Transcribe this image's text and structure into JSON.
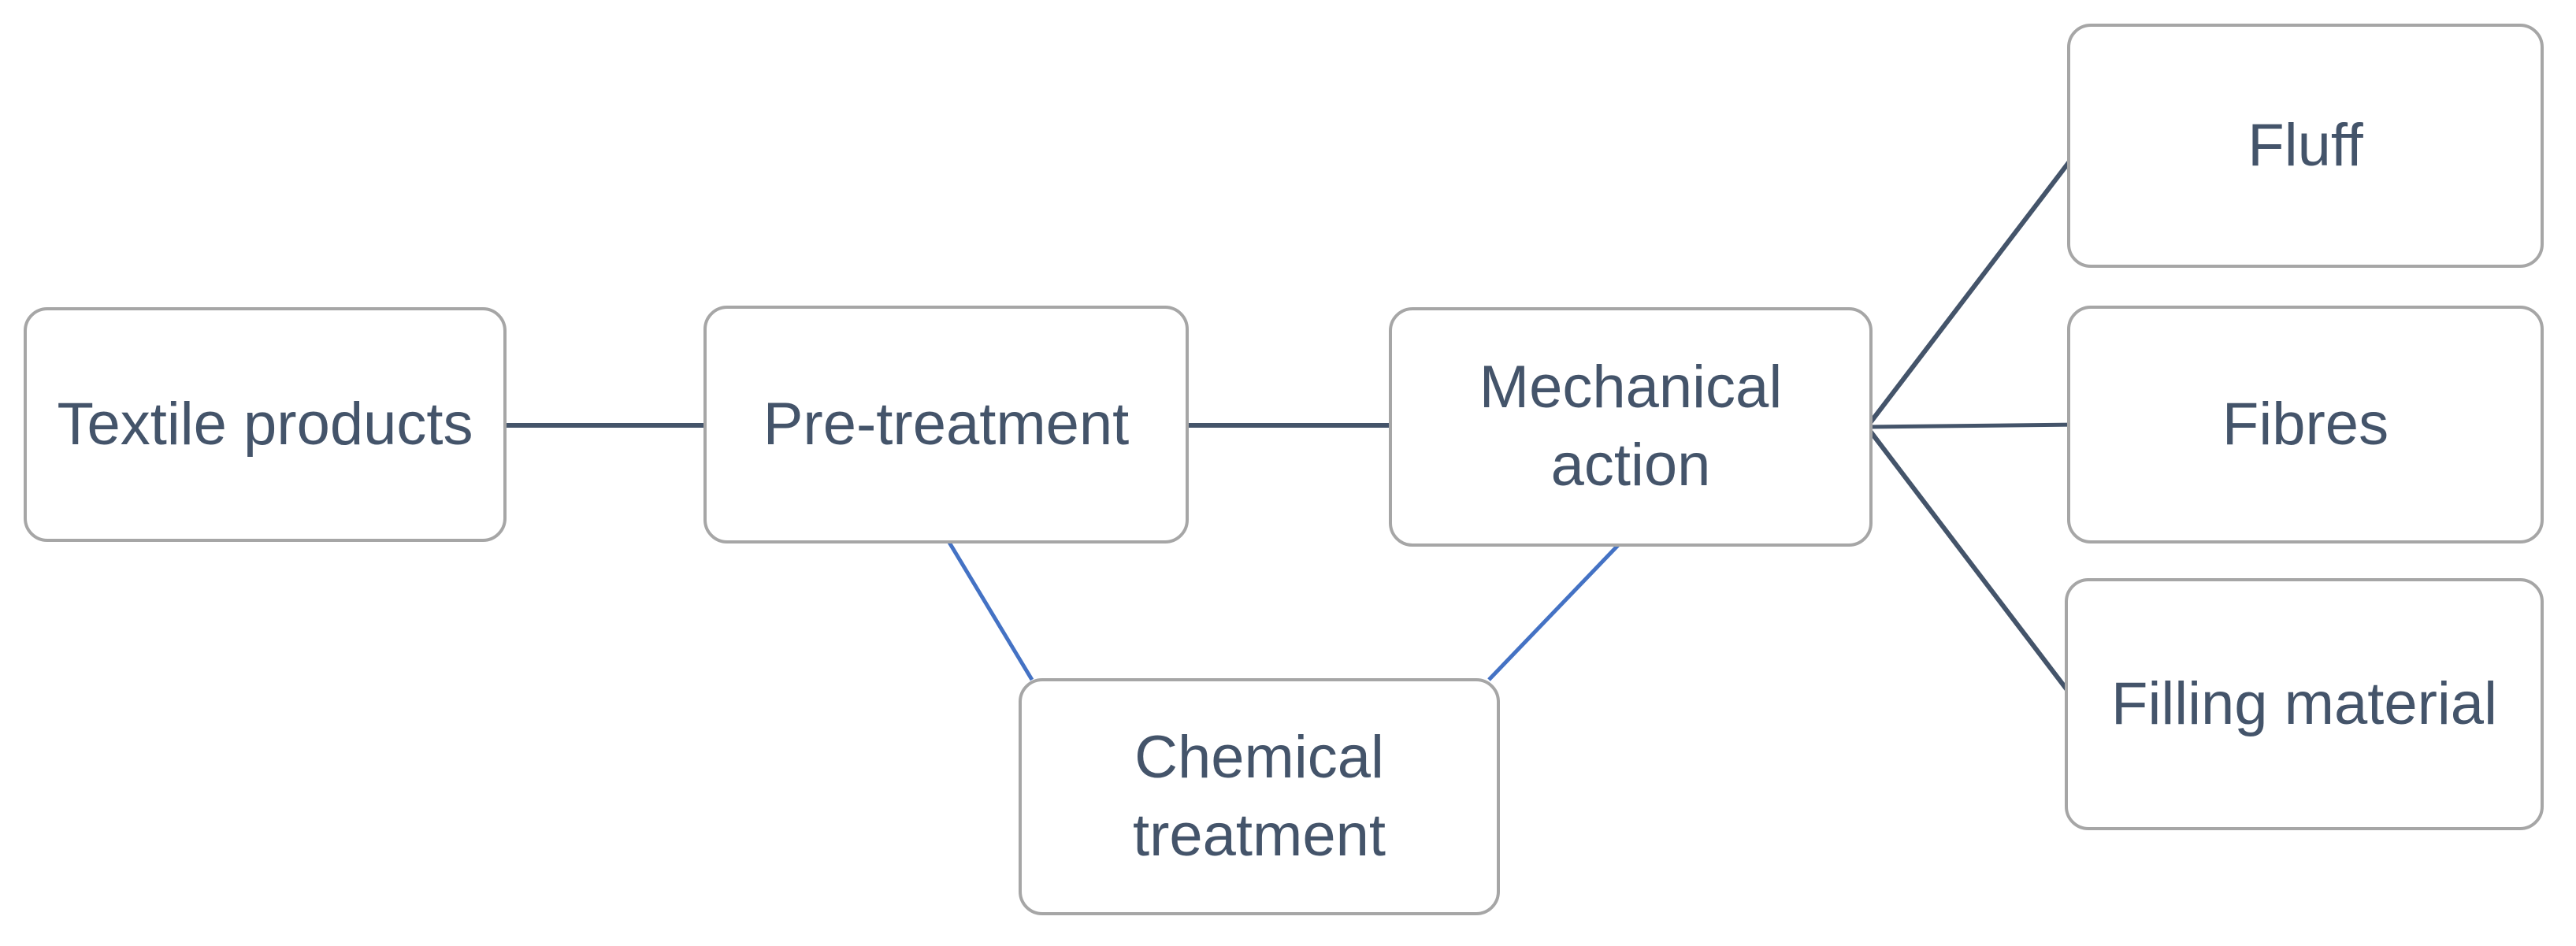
{
  "diagram": {
    "background": "#ffffff",
    "nodes": [
      {
        "id": "textile-products",
        "label": "Textile products"
      },
      {
        "id": "pre-treatment",
        "label": "Pre-treatment"
      },
      {
        "id": "mechanical-action",
        "label": "Mechanical action"
      },
      {
        "id": "fluff",
        "label": "Fluff"
      },
      {
        "id": "fibres",
        "label": "Fibres"
      },
      {
        "id": "filling-material",
        "label": "Filling material"
      },
      {
        "id": "chemical-treatment",
        "label": "Chemical treatment"
      }
    ],
    "edges": [
      {
        "from": "textile-products",
        "to": "pre-treatment",
        "style": "dark"
      },
      {
        "from": "pre-treatment",
        "to": "mechanical-action",
        "style": "dark"
      },
      {
        "from": "mechanical-action",
        "to": "fluff",
        "style": "dark"
      },
      {
        "from": "mechanical-action",
        "to": "fibres",
        "style": "dark"
      },
      {
        "from": "mechanical-action",
        "to": "filling-material",
        "style": "dark"
      },
      {
        "from": "pre-treatment",
        "to": "chemical-treatment",
        "style": "blue"
      },
      {
        "from": "mechanical-action",
        "to": "chemical-treatment",
        "style": "blue"
      }
    ],
    "colors": {
      "dark_line": "#44546a",
      "blue_line": "#4472c4",
      "box_border": "#a6a6a6",
      "box_fill": "#ffffff",
      "text": "#44546a"
    }
  }
}
